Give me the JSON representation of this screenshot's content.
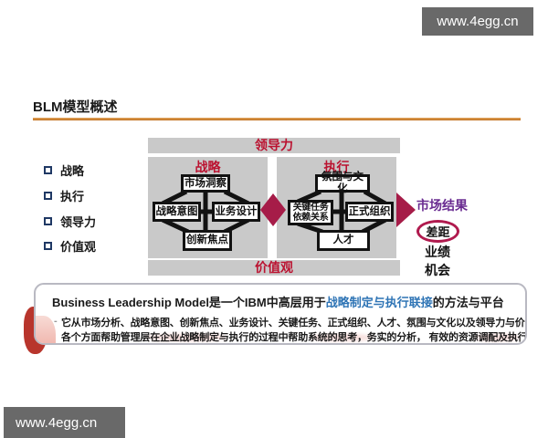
{
  "watermark": {
    "top": "www.4egg.cn",
    "bottom": "www.4egg.cn"
  },
  "header": {
    "title": "BLM模型概述"
  },
  "legend": {
    "items": [
      "战略",
      "执行",
      "领导力",
      "价值观"
    ]
  },
  "diagram": {
    "top_bar": "领导力",
    "bottom_bar": "价值观",
    "strategy": {
      "title": "战略",
      "top": "市场洞察",
      "left": "战略意图",
      "right": "业务设计",
      "bottom": "创新焦点"
    },
    "execution": {
      "title": "执行",
      "top": "氛围与文化",
      "left_line1": "关键任务",
      "left_line2": "依赖关系",
      "right": "正式组织",
      "bottom": "人才"
    },
    "result": {
      "label": "市场结果",
      "gap": "差距",
      "item1": "业绩",
      "item2": "机会"
    }
  },
  "note": {
    "line1_pre": "Business Leadership Model是一个IBM中高层用于",
    "line1_highlight": "战略制定与执行联接",
    "line1_post": "的方法与平台",
    "dash": "-",
    "line2": "它从市场分析、战略意图、创新焦点、业务设计、关键任务、正式组织、人才、氛围与文化以及领导力与价值观等",
    "line3": "各个方面帮助管理层在企业战略制定与执行的过程中帮助系统的思考，务实的分析， 有效的资源调配及执行跟踪"
  },
  "colors": {
    "accent_crimson": "#bb1230",
    "accent_magenta": "#a61c48",
    "accent_purple": "#6a2c91",
    "highlight_blue": "#2e74b5",
    "panel_gray": "#c9c9c9",
    "banner_gray": "#696969",
    "rule_orange": "#bf6f1f"
  }
}
